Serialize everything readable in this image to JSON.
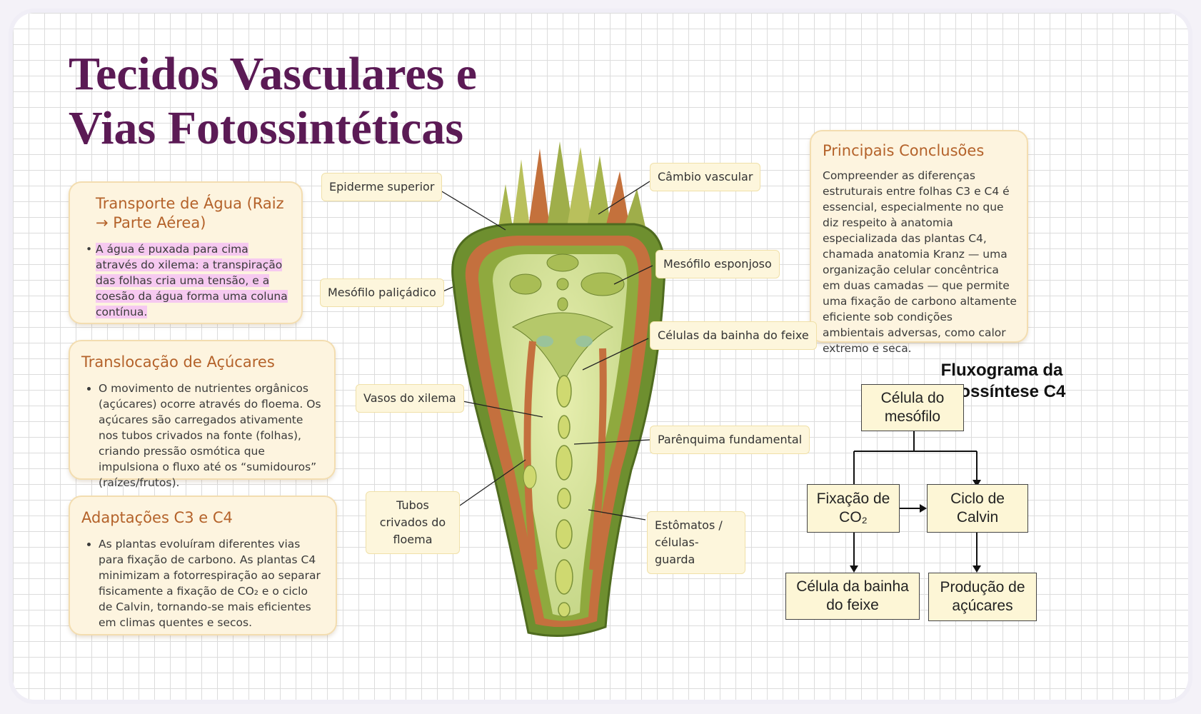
{
  "title": {
    "line1": "Tecidos Vasculares e",
    "line2": "Vias Fotossintéticas"
  },
  "cards": {
    "water": {
      "heading": "Transporte de Água (Raiz → Parte Aérea)",
      "text": "A água é puxada para cima através do xilema: a transpiração das folhas cria uma tensão, e a coesão da água forma uma coluna contínua."
    },
    "sugar": {
      "heading": "Translocação de Açúcares",
      "text": "O movimento de nutrientes orgânicos (açúcares) ocorre através do floema. Os açúcares são carregados ativamente nos tubos crivados na fonte (folhas), criando pressão osmótica que impulsiona o fluxo até os “sumidouros” (raízes/frutos)."
    },
    "c3c4": {
      "heading": "Adaptações C3 e C4",
      "text": "As plantas evoluíram diferentes vias para fixação de carbono. As plantas C4 minimizam a fotorrespiração ao separar fisicamente a fixação de CO₂ e o ciclo de Calvin, tornando-se mais eficientes em climas quentes e secos."
    },
    "conclusions": {
      "heading": "Principais Conclusões",
      "text": "Compreender as diferenças estruturais entre folhas C3 e C4 é essencial, especialmente no que diz respeito à anatomia especializada das plantas C4, chamada anatomia Kranz — uma organização celular concêntrica em duas camadas — que permite uma fixação de carbono altamente eficiente sob condições ambientais adversas, como calor extremo e seca."
    }
  },
  "labels": {
    "epiderme": "Epiderme superior",
    "palicadico": "Mesófilo paliçádico",
    "xilema": "Vasos do xilema",
    "floema": "Tubos crivados do floema",
    "cambio": "Câmbio vascular",
    "esponjoso": "Mesófilo esponjoso",
    "bainha": "Células da bainha do feixe",
    "parenquima": "Parênquima fundamental",
    "estomatos": "Estômatos / células-guarda"
  },
  "flowchart": {
    "title": "Fluxograma da fotossíntese C4",
    "mesofilo": "Célula do mesófilo",
    "fixacao": "Fixação de CO₂",
    "calvin": "Ciclo de Calvin",
    "bainha": "Célula da bainha do feixe",
    "acucares": "Produção de açúcares"
  },
  "colors": {
    "title": "#5b1a55",
    "heading": "#b4622a",
    "card_bg": "#fdf4df",
    "highlight": "#f6c9f0"
  }
}
